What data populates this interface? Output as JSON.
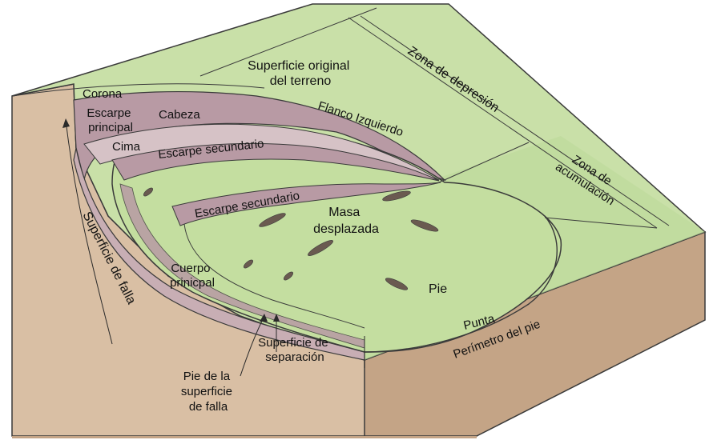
{
  "labels": {
    "superficie_original": [
      "Superficie original",
      "del terreno"
    ],
    "zona_depresion": "Zona de depresión",
    "zona_acumulacion": [
      "Zona de",
      "acumulación"
    ],
    "corona": "Corona",
    "escarpe_principal": [
      "Escarpe",
      "principal"
    ],
    "cabeza": "Cabeza",
    "flanco_izquierdo": "Flanco Izquierdo",
    "cima": "Cima",
    "escarpe_secundario_1": "Escarpe  secundario",
    "escarpe_secundario_2": "Escarpe  secundario",
    "masa_desplazada": [
      "Masa",
      "desplazada"
    ],
    "superficie_falla": "Superficie de falla",
    "cuerpo_principal": [
      "Cuerpo",
      "prinicpal"
    ],
    "pie": "Pie",
    "punta": "Punta",
    "perimetro_pie": "Perímetro del pie",
    "superficie_separacion": [
      "Superficie de",
      "separación"
    ],
    "pie_superficie_falla": [
      "Pie de la",
      "superficie",
      "de falla"
    ]
  },
  "colors": {
    "terrain_green": "#c9e0a8",
    "terrain_green_dark": "#b4d08e",
    "soil_brown": "#d9bfa4",
    "soil_brown_dark": "#c4a486",
    "scarp_mauve": "#b89aa4",
    "outline": "#3a3a3a"
  }
}
